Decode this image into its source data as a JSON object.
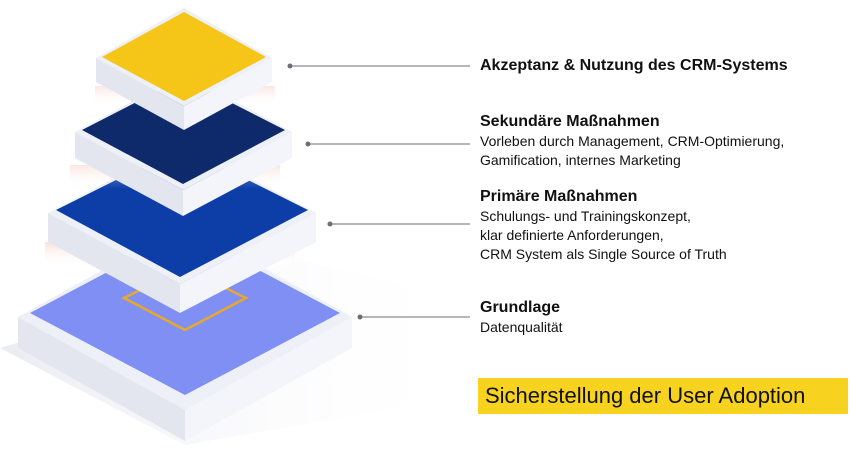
{
  "layers": [
    {
      "title": "Akzeptanz & Nutzung des CRM-Systems",
      "lines": [],
      "color": "#f5c518"
    },
    {
      "title": "Sekundäre Maßnahmen",
      "lines": [
        "Vorleben durch Management, CRM-Optimierung,",
        "Gamification, internes Marketing"
      ],
      "color": "#0e2a6b"
    },
    {
      "title": "Primäre Maßnahmen",
      "lines": [
        "Schulungs- und Trainingskonzept,",
        "klar definierte Anforderungen,",
        "CRM System als Single Source of Truth"
      ],
      "color": "#0d3ea8"
    },
    {
      "title": "Grundlage",
      "lines": [
        "Datenqualität"
      ],
      "color": "#7f8ff3"
    }
  ],
  "banner": {
    "text": "Sicherstellung der User Adoption",
    "color": "#f7d21e"
  },
  "base_emblem_color": "#e8a92a"
}
